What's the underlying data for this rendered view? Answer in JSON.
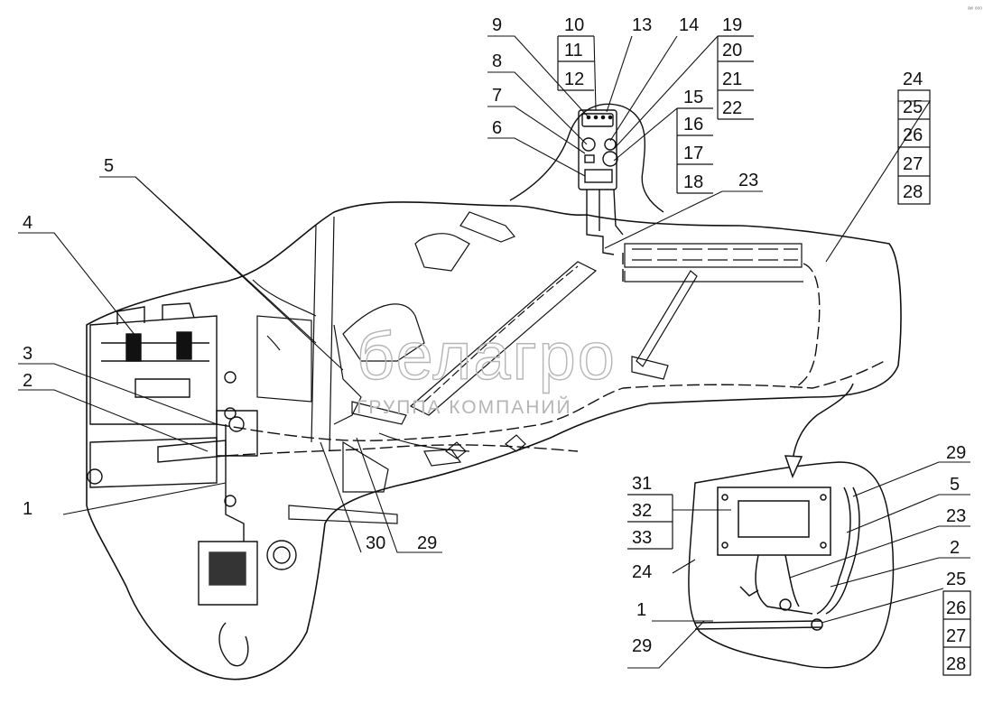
{
  "callouts": {
    "n1": "1",
    "n2": "2",
    "n3": "3",
    "n4": "4",
    "n5": "5",
    "n6": "6",
    "n7": "7",
    "n8": "8",
    "n9": "9",
    "n10": "10",
    "n11": "11",
    "n12": "12",
    "n13": "13",
    "n14": "14",
    "n15": "15",
    "n16": "16",
    "n17": "17",
    "n18": "18",
    "n19": "19",
    "n20": "20",
    "n21": "21",
    "n22": "22",
    "n23": "23",
    "n24": "24",
    "n25": "25",
    "n26": "26",
    "n27": "27",
    "n28": "28",
    "n29": "29",
    "n30": "30",
    "n31": "31",
    "n32": "32",
    "n33": "33"
  },
  "watermark": {
    "title": "белагро",
    "subtitle": "ГРУППА КОМПАНИЙ"
  },
  "corner_mark": "ᵃʷ ᵒᵒᵒ"
}
